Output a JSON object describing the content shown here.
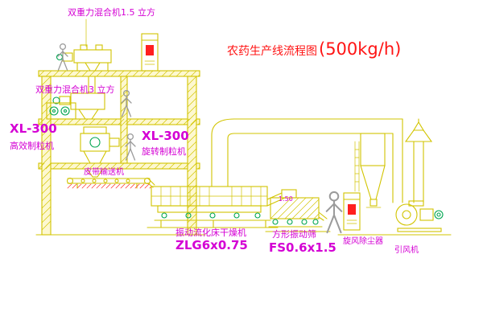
{
  "title": {
    "main": "农药生产线流程图",
    "capacity": "(500kg/h)"
  },
  "labels": {
    "mixer_top": "双重力混合机1.5 立方",
    "mixer_mid": "双重力混合机3 立方",
    "granulator_left_model": "XL-300",
    "granulator_left_name": "高效制粒机",
    "granulator_right_model": "XL-300",
    "granulator_right_name": "旋转制粒机",
    "belt_conveyor": "皮带输送机",
    "fluid_bed_dryer": "振动流化床干燥机",
    "fluid_bed_model": "ZLG6x0.75",
    "vibrating_sieve": "方形振动筛",
    "vibrating_sieve_model": "FS0.6x1.5",
    "cyclone": "旋风除尘器",
    "fan": "引风机",
    "elevation_mark": "1.50"
  },
  "colors": {
    "line_yellow": "#d2c400",
    "line_green": "#00a550",
    "text_magenta": "#d400d4",
    "title_red": "#ff1414",
    "hatch_red": "#ff2a2a",
    "figure_gray": "#9b9b9b",
    "background": "#ffffff"
  }
}
